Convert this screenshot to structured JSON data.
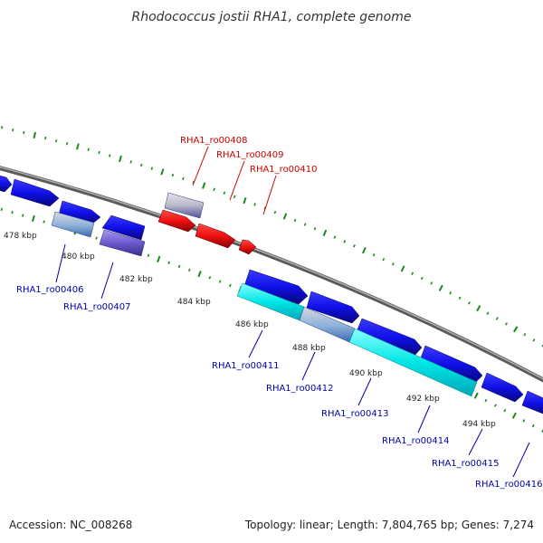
{
  "title": "Rhodococcus jostii RHA1, complete genome",
  "footer": {
    "accession": "Accession: NC_008268",
    "topology": "Topology: linear; Length: 7,804,765 bp; Genes: 7,274"
  },
  "colors": {
    "backbone": "#7a7a7a",
    "tick": "#1a8a1a",
    "forward_gene": "#1010e8",
    "reverse_gene_highlight": "#ee1111",
    "cyan_gene": "#00e6e6",
    "grey_gene": "#b8b8c8",
    "purple_gene": "#6a5acd",
    "label_red": "#cc0000",
    "label_blue": "#0000aa"
  },
  "ticks": [
    "478 kbp",
    "480 kbp",
    "482 kbp",
    "484 kbp",
    "486 kbp",
    "488 kbp",
    "490 kbp",
    "492 kbp",
    "494 kbp"
  ],
  "genes_above": [
    "RHA1_ro00408",
    "RHA1_ro00409",
    "RHA1_ro00410"
  ],
  "genes_below": [
    "RHA1_ro00406",
    "RHA1_ro00407",
    "RHA1_ro00411",
    "RHA1_ro00412",
    "RHA1_ro00413",
    "RHA1_ro00414",
    "RHA1_ro00415",
    "RHA1_ro00416"
  ]
}
